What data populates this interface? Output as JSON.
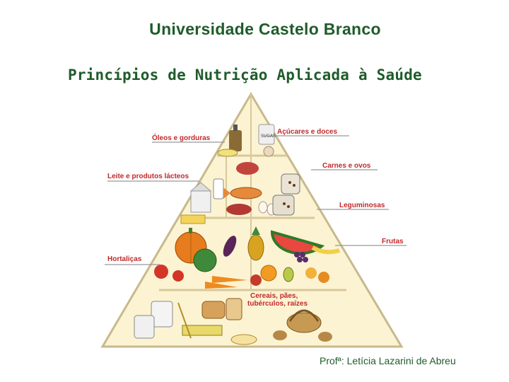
{
  "slide": {
    "title": "Universidade Castelo Branco",
    "subtitle": "Princípios de Nutrição Aplicada à Saúde",
    "author": "Profª: Letícia Lazarini de Abreu"
  },
  "pyramid": {
    "labels": {
      "oleos": "Óleos e gorduras",
      "acucares": "Açúcares e doces",
      "carnes": "Carnes e ovos",
      "leite": "Leite e produtos lácteos",
      "leguminosas": "Leguminosas",
      "frutas": "Frutas",
      "hortalicas": "Hortaliças",
      "cereais_1": "Cereais, pães,",
      "cereais_2": "tubérculos, raízes"
    },
    "colors": {
      "fill": "#fcf3d2",
      "border": "#c8b98c",
      "label": "#c0292b"
    },
    "icons": [
      "oil-bottle-icon",
      "sugar-jar-icon",
      "cheese-icon",
      "milk-carton-icon",
      "fish-icon",
      "egg-icon",
      "beans-bag-icon",
      "pumpkin-icon",
      "eggplant-icon",
      "cabbage-icon",
      "carrot-icon",
      "pineapple-icon",
      "watermelon-icon",
      "grapes-icon",
      "banana-icon",
      "pear-icon",
      "orange-icon",
      "flour-bag-icon",
      "bread-icon",
      "pasta-icon",
      "potato-icon",
      "basket-icon"
    ]
  }
}
